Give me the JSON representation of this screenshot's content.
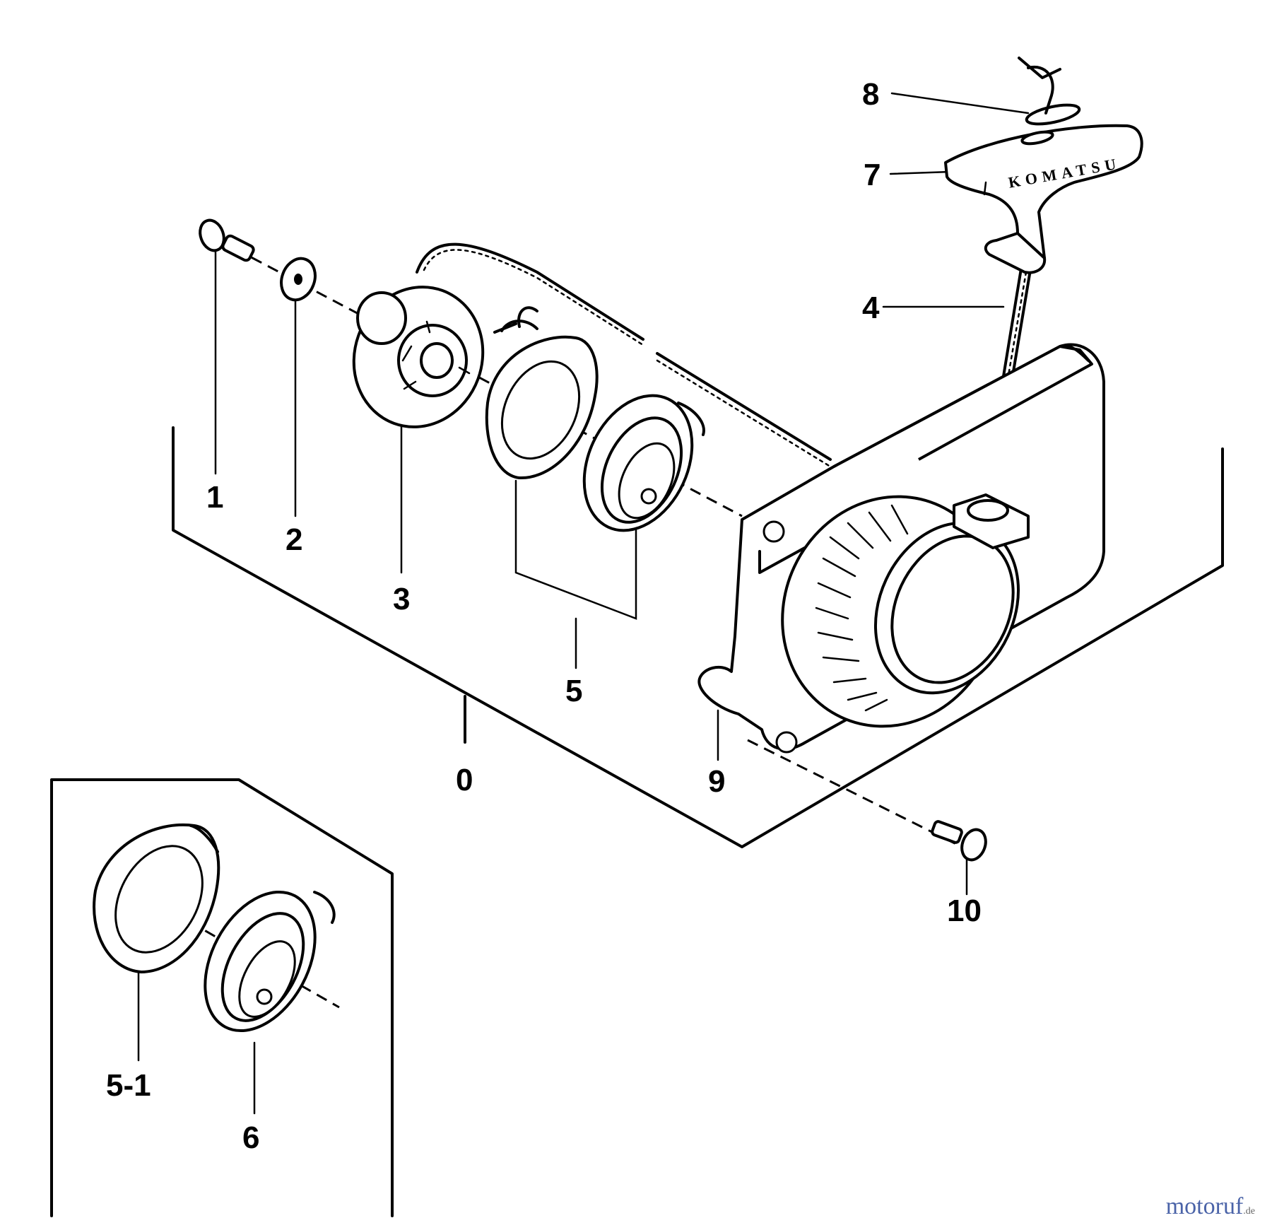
{
  "callouts": {
    "c0": "0",
    "c1": "1",
    "c2": "2",
    "c3": "3",
    "c4": "4",
    "c5": "5",
    "c5_1": "5-1",
    "c6": "6",
    "c7": "7",
    "c8": "8",
    "c9": "9",
    "c10": "10"
  },
  "handle_text": "KOMATSU",
  "watermark": {
    "brand": "motoruf",
    "tld": ".de"
  }
}
